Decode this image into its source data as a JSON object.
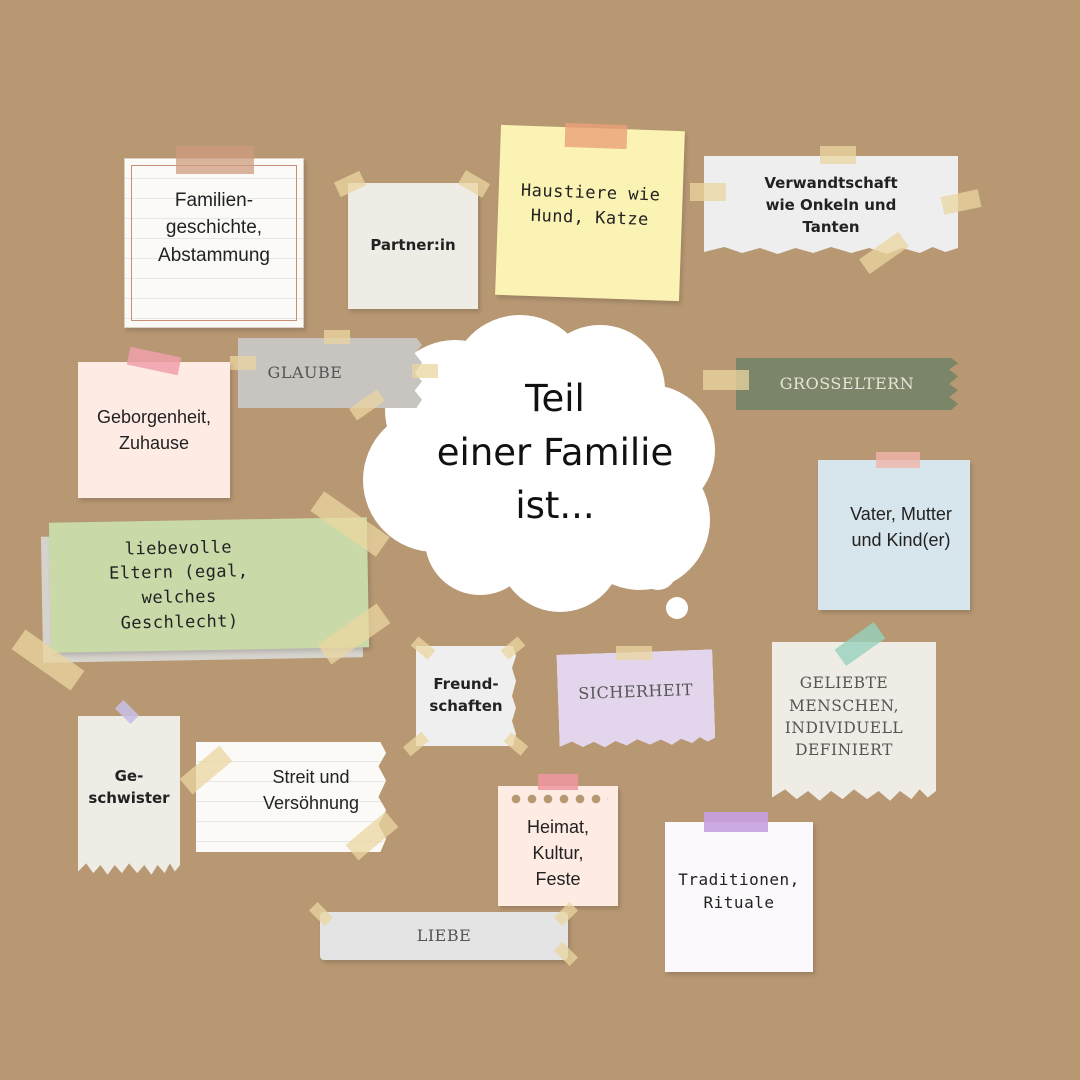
{
  "center": {
    "title": "Teil\neiner Familie\nist..."
  },
  "notes": {
    "familiengeschichte": "Familien-\ngeschichte,\nAbstammung",
    "partner": "Partner:in",
    "haustiere": "Haustiere wie\nHund, Katze",
    "verwandtschaft": "Verwandtschaft\nwie Onkeln und\nTanten",
    "glaube": "Glaube",
    "grosseltern": "Großeltern",
    "geborgenheit": "Geborgenheit,\nZuhause",
    "vater_mutter": "Vater, Mutter\nund Kind(er)",
    "liebevolle_eltern": "liebevolle\nEltern (egal,\nwelches\nGeschlecht)",
    "freundschaften": "Freund-\nschaften",
    "sicherheit": "Sicherheit",
    "geliebte_menschen": "Geliebte\nMenschen,\nindividuell\ndefiniert",
    "geschwister": "Ge-\nschwister",
    "streit": "Streit und\nVersöhnung",
    "heimat": "Heimat,\nKultur,\nFeste",
    "traditionen": "Traditionen,\nRituale",
    "liebe": "Liebe"
  },
  "colors": {
    "background": "#b79873",
    "yellow": "#fbf3b3",
    "olive": "#7b8567",
    "light_blue": "#d7e6ec",
    "green": "#c9d9a8",
    "lilac": "#e3d6ec",
    "peach": "#fdebe4"
  }
}
